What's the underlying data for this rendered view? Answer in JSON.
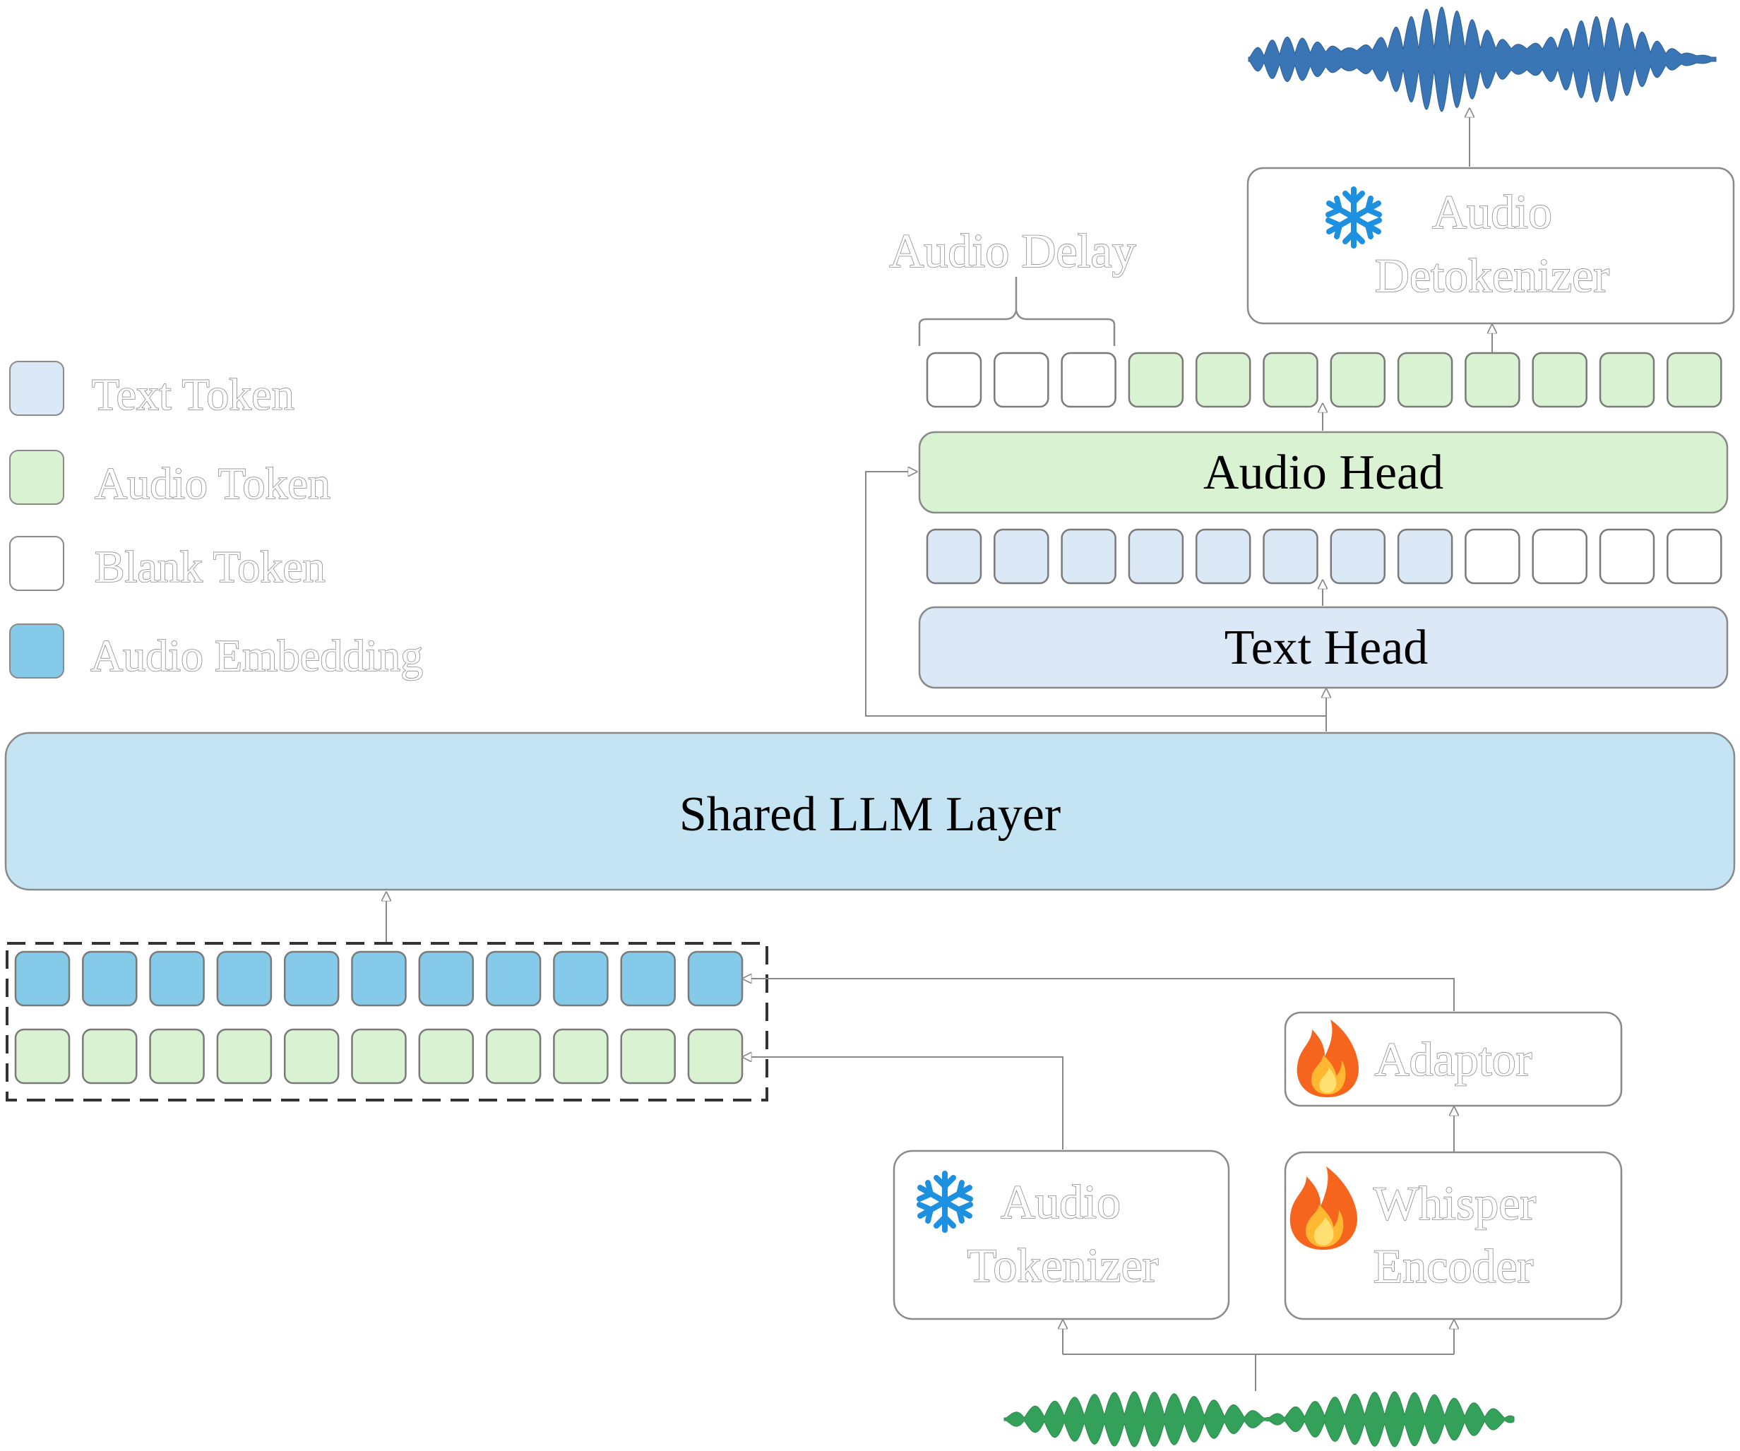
{
  "legend": {
    "text_token": "Text Token",
    "audio_token": "Audio Token",
    "blank_token": "Blank Token",
    "audio_embedding": "Audio Embedding"
  },
  "labels": {
    "audio_delay": "Audio Delay",
    "audio_detokenizer_line1": "Audio",
    "audio_detokenizer_line2": "Detokenizer",
    "audio_head": "Audio Head",
    "text_head": "Text Head",
    "shared_llm": "Shared LLM Layer",
    "adaptor": "Adaptor",
    "audio_tokenizer_line1": "Audio",
    "audio_tokenizer_line2": "Tokenizer",
    "whisper_line1": "Whisper",
    "whisper_line2": "Encoder"
  },
  "colors": {
    "text_token": "#dbe8f6",
    "audio_token": "#d9f2d2",
    "blank_token": "#ffffff",
    "audio_embedding": "#85cbe9",
    "shared_llm": "#c4e4f4",
    "output_wave": "#3a76b5",
    "input_wave": "#34a15a",
    "snowflake": "#1e90e0",
    "fire": "#f5651d"
  },
  "icons": {
    "frozen": "snowflake-icon",
    "trainable": "fire-icon"
  },
  "sequences": {
    "audio_output": [
      "blank",
      "blank",
      "blank",
      "audio",
      "audio",
      "audio",
      "audio",
      "audio",
      "audio",
      "audio",
      "audio",
      "audio"
    ],
    "text_output": [
      "text",
      "text",
      "text",
      "text",
      "text",
      "text",
      "text",
      "text",
      "blank",
      "blank",
      "blank",
      "blank"
    ],
    "input_embedding_count": 11,
    "input_audio_token_count": 11
  }
}
